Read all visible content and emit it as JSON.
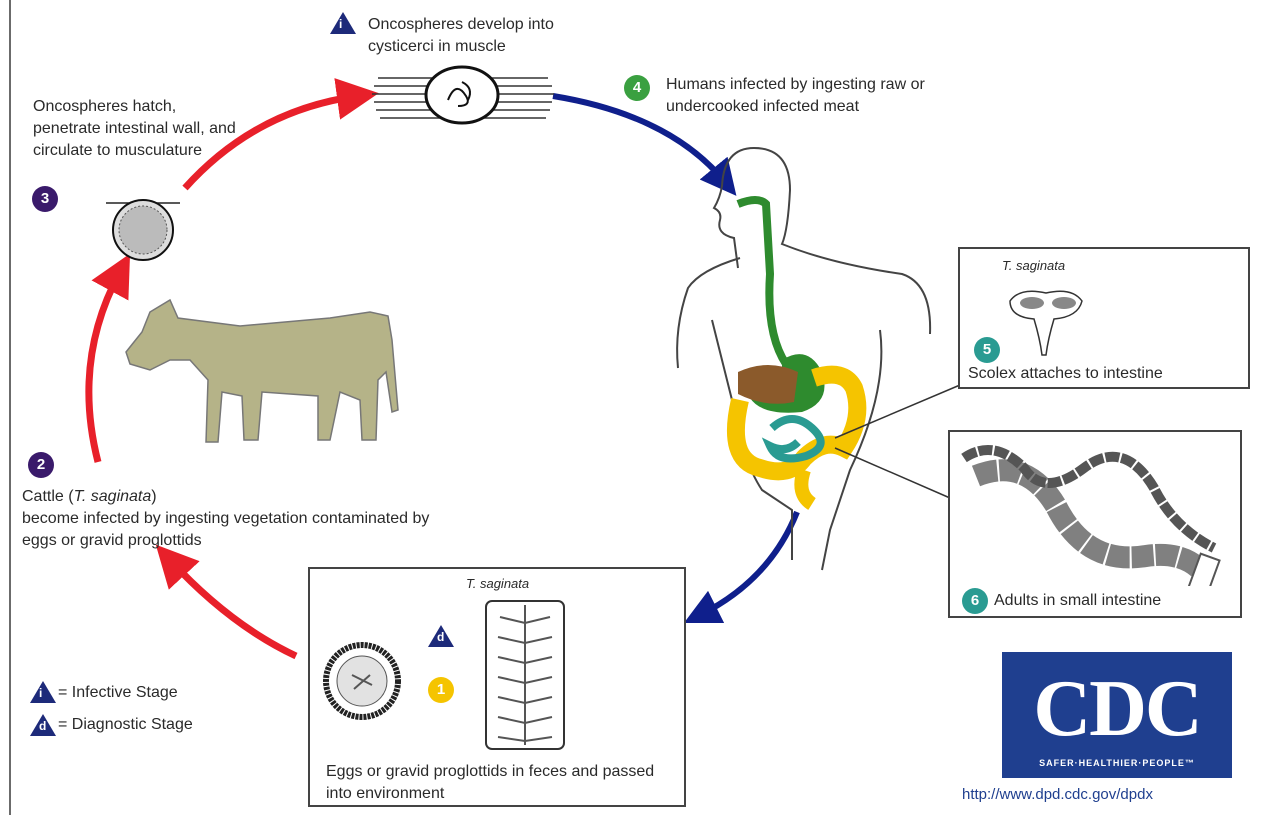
{
  "stages": {
    "i_label": "Oncospheres develop into cysticerci in muscle",
    "s3_label": "Oncospheres hatch, penetrate intestinal wall, and circulate to musculature",
    "s4_label": "Humans infected by ingesting raw or undercooked infected meat",
    "s2_label_prefix": "Cattle (",
    "s2_species": "T. saginata",
    "s2_label_suffix": ")",
    "s2_label_rest": "become infected by ingesting vegetation contaminated by eggs or gravid proglottids",
    "s5_label": "Scolex attaches to intestine",
    "s5_species": "T. saginata",
    "s6_label": "Adults in small intestine",
    "s1_species": "T. saginata",
    "s1_label": "Eggs or gravid proglottids in feces and passed into environment"
  },
  "badges": {
    "i": "i",
    "d": "d",
    "n1": "1",
    "n2": "2",
    "n3": "3",
    "n4": "4",
    "n5": "5",
    "n6": "6"
  },
  "legend": {
    "infective": "= Infective Stage",
    "diagnostic": "= Diagnostic Stage"
  },
  "logo": {
    "word": "CDC",
    "tagline": "SAFER·HEALTHIER·PEOPLE™"
  },
  "url": "http://www.dpd.cdc.gov/dpdx",
  "colors": {
    "red_arrow": "#e8202a",
    "blue_arrow": "#0f1f8c",
    "badge_purple": "#3a1a6b",
    "badge_green": "#3aa040",
    "badge_teal": "#2a9b92",
    "badge_yellow": "#f5c400",
    "triangle_navy": "#1d2a7a"
  }
}
